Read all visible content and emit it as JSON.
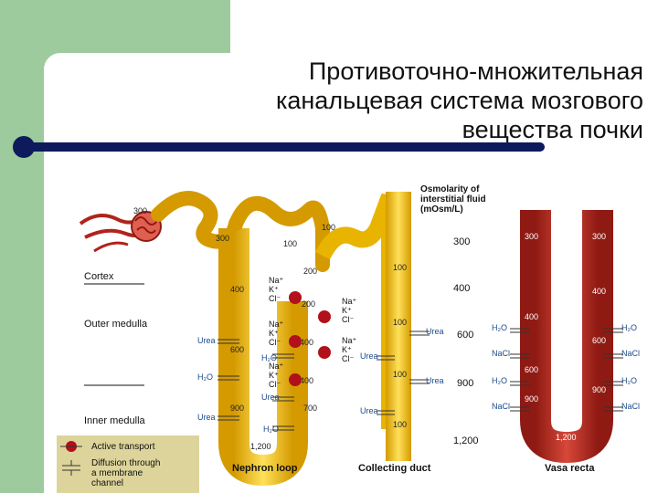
{
  "slide": {
    "title_lines": [
      "Противоточно-множительная",
      "канальцевая система мозгового",
      "вещества почки"
    ]
  },
  "diagram": {
    "osmolarity_header": [
      "Osmolarity of",
      "interstitial fluid",
      "(mOsm/L)"
    ],
    "zones": [
      "Cortex",
      "Outer medulla",
      "Inner medulla"
    ],
    "osmolarity_values": [
      "300",
      "400",
      "600",
      "900",
      "1,200"
    ],
    "nephron_values": [
      "300",
      "300",
      "100",
      "100",
      "200",
      "400",
      "200",
      "400",
      "600",
      "400",
      "900",
      "700",
      "1,200"
    ],
    "duct_values": [
      "100",
      "100",
      "100",
      "100"
    ],
    "vasa_values": [
      "300",
      "300",
      "400",
      "400",
      "600",
      "600",
      "900",
      "900",
      "1,200"
    ],
    "ion_groups": [
      [
        "Na⁺",
        "K⁺",
        "Cl⁻"
      ],
      [
        "Na⁺",
        "K⁺",
        "Cl⁻"
      ],
      [
        "Na⁺",
        "K⁺",
        "Cl⁻"
      ],
      [
        "Na⁺",
        "K⁺",
        "Cl⁻"
      ],
      [
        "Na⁺",
        "K⁺",
        "Cl⁻"
      ]
    ],
    "urea_label": "Urea",
    "h2o_label": "H₂O",
    "nacl_label": "NaCl",
    "structure_labels": [
      "Nephron loop",
      "Collecting duct",
      "Vasa recta"
    ],
    "legend": {
      "active_transport": "Active transport",
      "diffusion_lines": [
        "Diffusion through",
        "a membrane",
        "channel"
      ]
    },
    "colors": {
      "nephron": "#e8b400",
      "nephron_light": "#ffe15a",
      "vessel": "#b0231b",
      "vessel_light": "#e0594a",
      "pump": "#b0111a",
      "legend_bg": "#dcd49a"
    }
  }
}
